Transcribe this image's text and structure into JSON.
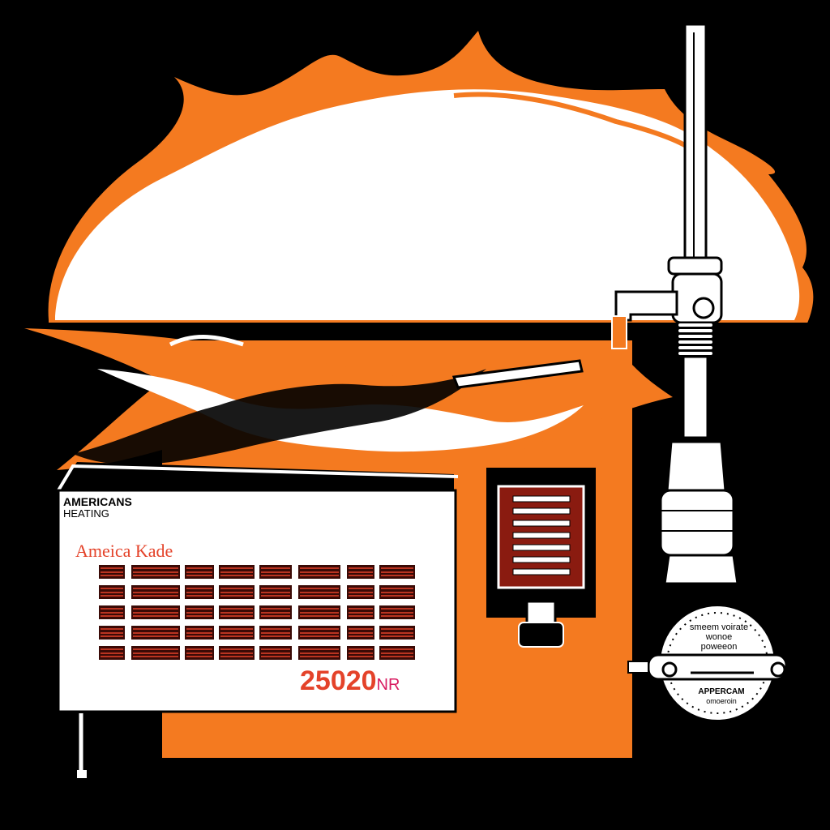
{
  "panel": {
    "brand_line1": "AMERICANS",
    "brand_line2": "HEATING",
    "title": "Ameica Kade",
    "model_prefix": "25020",
    "model_suffix": "NR"
  },
  "gauge": {
    "line1": "smeem voirate",
    "line2": "wonoe",
    "line3": "poweeon",
    "line4": "APPERCAM",
    "line5": "omoeroin"
  },
  "colors": {
    "background": "#000000",
    "accent_orange": "#f47a20",
    "flame_white": "#ffffff",
    "vent_red": "#8a1b10",
    "title_red": "#e4432a",
    "model_suffix_pink": "#d81b60"
  },
  "icons": {
    "vent_grille": "vent-grille-icon",
    "pipe": "pipe-icon",
    "gauge": "pressure-gauge-icon"
  }
}
